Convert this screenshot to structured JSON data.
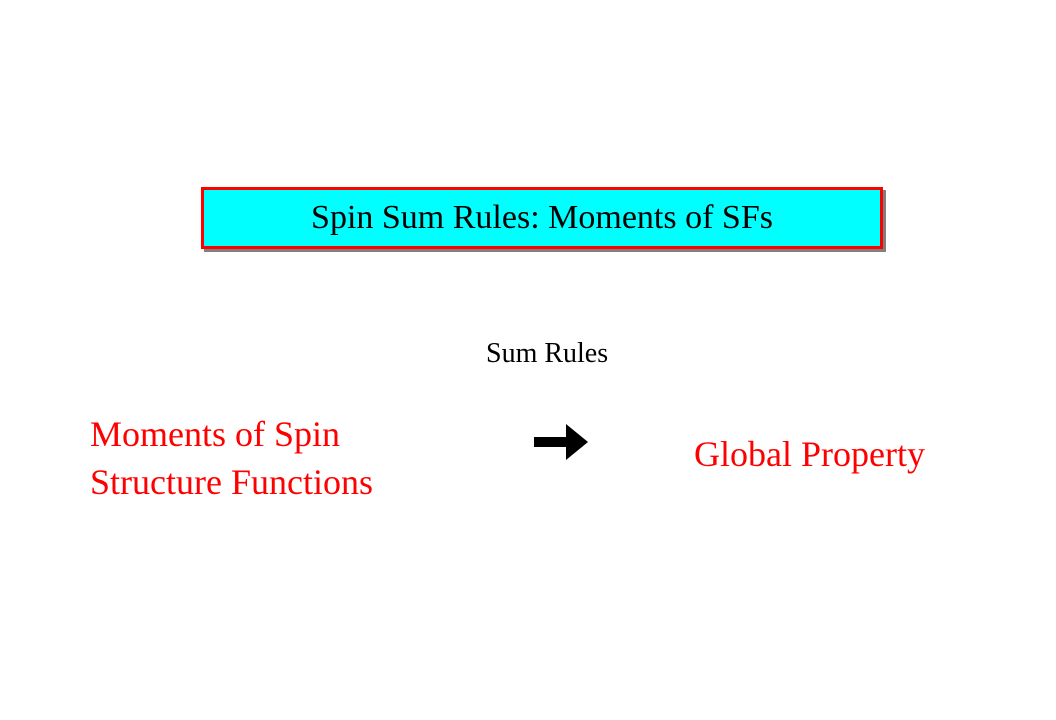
{
  "slide": {
    "title": "Spin Sum Rules:  Moments of SFs",
    "arrow_caption": "Sum Rules",
    "left_lines": [
      "Moments of Spin",
      "Structure Functions"
    ],
    "right_label": "Global Property",
    "arrow_icon": "right-arrow-icon"
  },
  "colors": {
    "title_fill": "#00ffff",
    "title_border": "#ff0000",
    "accent_text": "#ff0000",
    "body_text": "#000000"
  }
}
